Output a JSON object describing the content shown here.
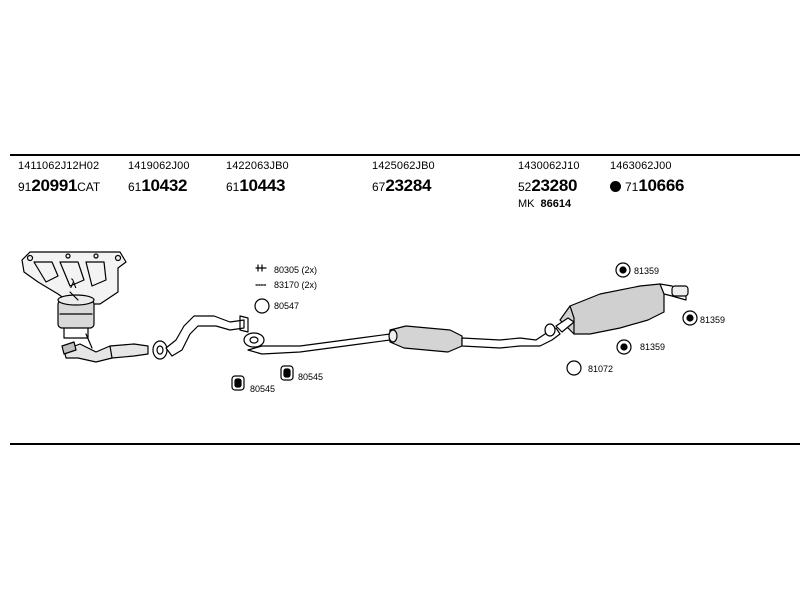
{
  "parts": [
    {
      "oe": "1411062J12H02",
      "ref_prefix": "91",
      "ref_main": "20991",
      "ref_suffix": "CAT"
    },
    {
      "oe": "1419062J00",
      "ref_prefix": "61",
      "ref_main": "10432"
    },
    {
      "oe": "1422063JB0",
      "ref_prefix": "61",
      "ref_main": "10443"
    },
    {
      "oe": "1425062JB0",
      "ref_prefix": "67",
      "ref_main": "23284"
    },
    {
      "oe": "1430062J10",
      "ref_prefix": "52",
      "ref_main": "23280",
      "mk_label": "MK",
      "mk_value": "86614"
    },
    {
      "oe": "1463062J00",
      "ref_prefix": "71",
      "ref_main": "10666",
      "marker": "filled-dot"
    }
  ],
  "labels": {
    "lambda": "λ",
    "bolt_80305": "80305 (2x)",
    "spring_83170": "83170 (2x)",
    "gasket_80547": "80547",
    "hanger_80545_a": "80545",
    "hanger_80545_b": "80545",
    "hanger_81359_a": "81359",
    "hanger_81359_b": "81359",
    "hanger_81359_c": "81359",
    "gasket_81072": "81072"
  }
}
